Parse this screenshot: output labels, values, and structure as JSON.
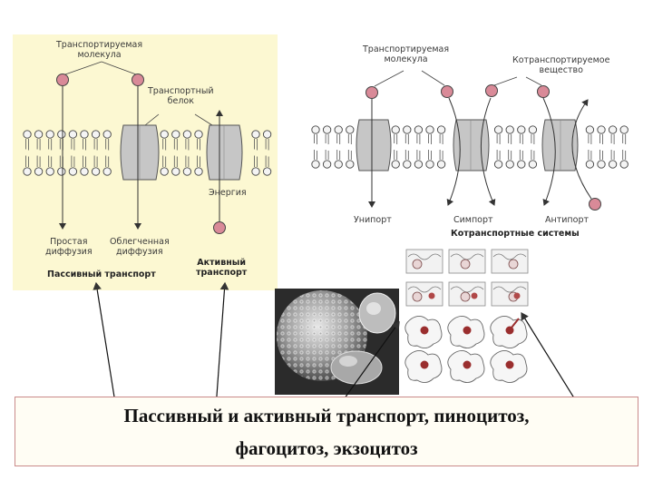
{
  "colors": {
    "left_panel_bg": "#fcf8d2",
    "caption_bg": "#fffdf4",
    "caption_border": "#c98a8a",
    "molecule": "#d98a98",
    "protein": "#c6c6c6"
  },
  "left_panel": {
    "transported_molecule": "Транспортируемая\nмолекула",
    "transport_protein": "Транспортный\nбелок",
    "energy": "Энергия",
    "simple_diffusion": "Простая\nдиффузия",
    "facilitated_diffusion": "Облегченная\nдиффузия",
    "passive_transport": "Пассивный транспорт",
    "active_transport": "Активный\nтранспорт"
  },
  "right_panel": {
    "transported_molecule": "Транспортируемая\nмолекула",
    "cotransported_substance": "Котранспортируемое\nвещество",
    "uniport": "Унипорт",
    "symport": "Симпорт",
    "antiport": "Антипорт",
    "cotransport_systems": "Котранспортные системы"
  },
  "caption": {
    "line1": "Пассивный и активный транспорт, пиноцитоз,",
    "line2": "фагоцитоз, экзоцитоз"
  }
}
